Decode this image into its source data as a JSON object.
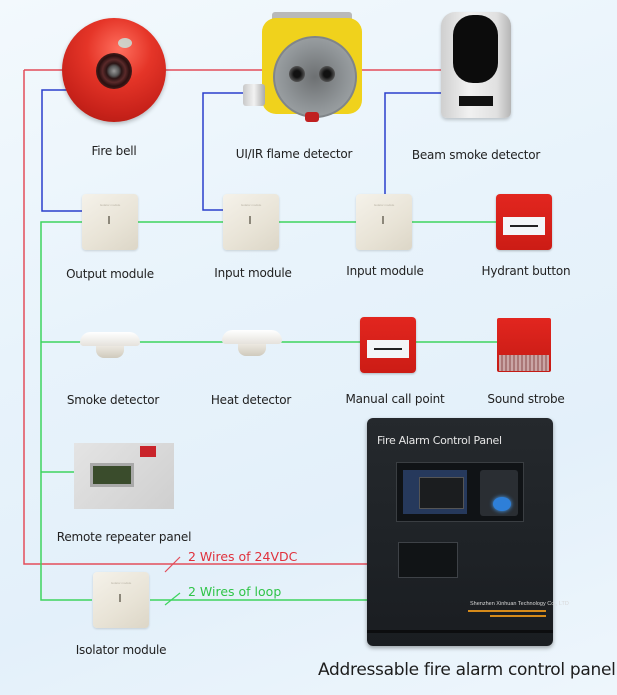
{
  "diagram": {
    "title": "Addressable fire alarm control panel",
    "colors": {
      "power_wire": "#e34d5a",
      "loop_wire": "#3ed45e",
      "signal_wire": "#2b3fcc",
      "background": "#eaf4fb"
    },
    "devices": {
      "fire_bell": "Fire bell",
      "flame_detector": "UI/IR flame detector",
      "beam_detector": "Beam smoke detector",
      "output_module": "Output module",
      "input_module_1": "Input module",
      "input_module_2": "Input module",
      "hydrant_button": "Hydrant button",
      "smoke_detector": "Smoke detector",
      "heat_detector": "Heat detector",
      "manual_call_point": "Manual call point",
      "sound_strobe": "Sound strobe",
      "remote_repeater": "Remote repeater panel",
      "isolator_module": "Isolator module"
    },
    "module_face_text": "Isolator module",
    "wires": {
      "power_label": "2 Wires of 24VDC",
      "loop_label": "2 Wires of loop"
    },
    "control_panel": {
      "title": "Fire Alarm Control Panel",
      "company": "Shenzhen Xinhuan Technology Co., LTD"
    }
  }
}
